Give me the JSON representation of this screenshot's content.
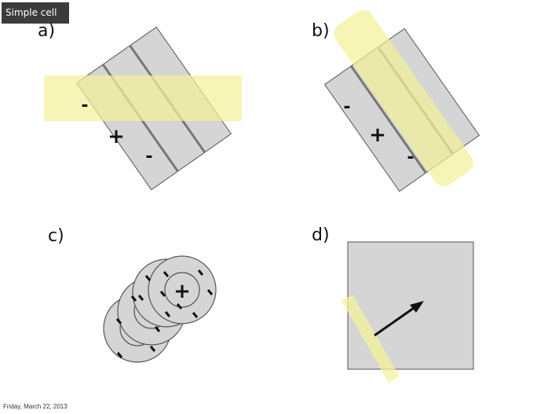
{
  "slide": {
    "title": "Simple cell",
    "footer_date": "Friday, March 22, 2013"
  },
  "panels": [
    {
      "id": "a",
      "label": "a)"
    },
    {
      "id": "b",
      "label": "b)"
    },
    {
      "id": "c",
      "label": "c)"
    },
    {
      "id": "d",
      "label": "d)"
    }
  ],
  "symbols": {
    "excitatory": "+",
    "inhibitory": "-"
  },
  "colors": {
    "field_fill": "#d5d5d5",
    "field_stroke": "#555555",
    "stripe": "#777777",
    "stimulus_bar": "#f3f19a",
    "arrow": "#111111",
    "title_bg": "#3c3c3c"
  }
}
